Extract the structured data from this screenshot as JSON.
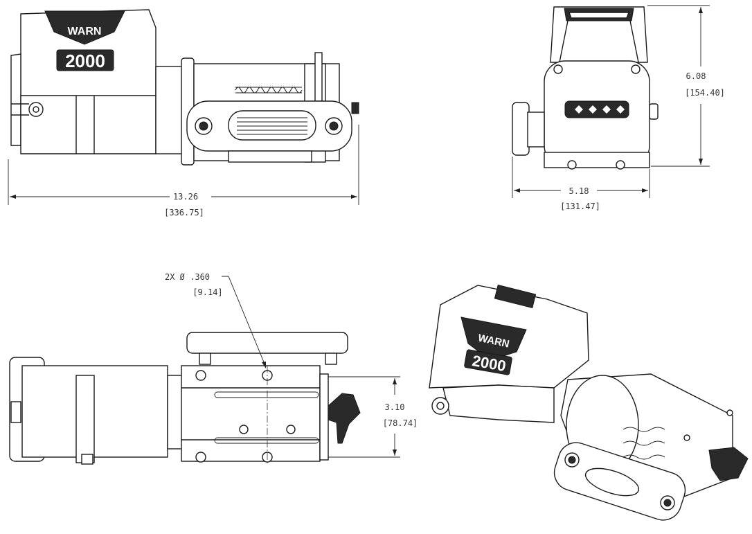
{
  "brand": {
    "name": "WARN",
    "model": "2000"
  },
  "dimensions": {
    "overall_length": {
      "inch": "13.26",
      "mm": "[336.75]"
    },
    "height": {
      "inch": "6.08",
      "mm": "[154.40]"
    },
    "width": {
      "inch": "5.18",
      "mm": "[131.47]"
    },
    "mount_spacing": {
      "inch": "3.10",
      "mm": "[78.74]"
    },
    "hole_callout": {
      "text": "2X  Ø .360",
      "mm": "[9.14]"
    }
  }
}
